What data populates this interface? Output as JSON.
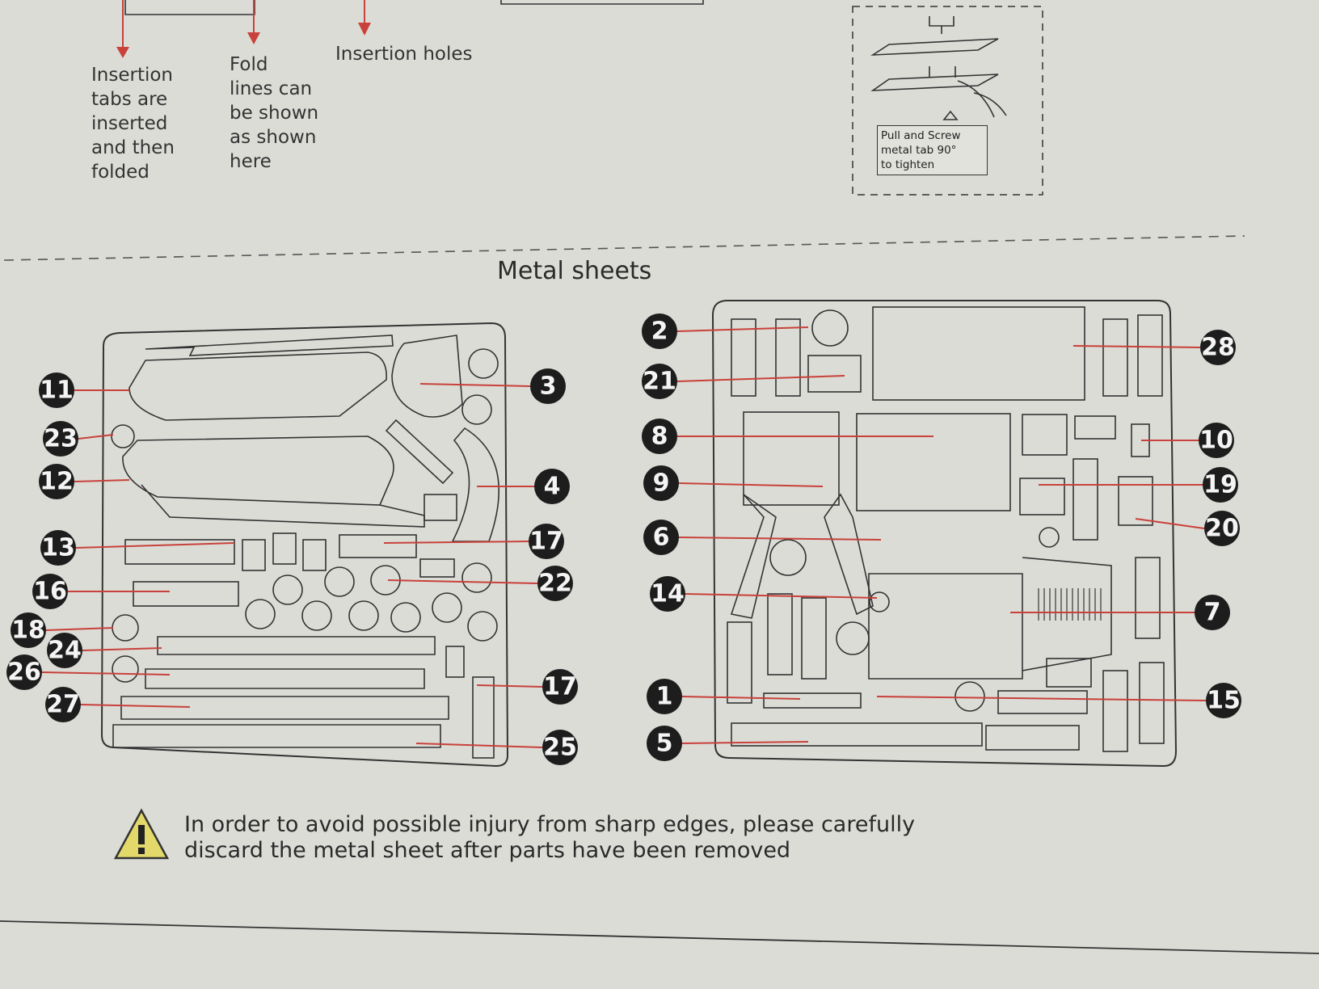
{
  "notes": {
    "tabs": [
      "Insertion",
      "tabs are",
      "inserted",
      "and then",
      "folded"
    ],
    "fold": [
      "Fold",
      "lines can",
      "be shown",
      "as shown",
      "here"
    ],
    "holes": "Insertion holes"
  },
  "pull_box": [
    "Pull and Screw",
    "metal tab 90°",
    "to tighten"
  ],
  "section_title": "Metal sheets",
  "warning": [
    "In order to avoid possible injury from sharp edges, please carefully",
    "discard the metal sheet after parts have been removed"
  ],
  "callouts": [
    {
      "label": "11"
    },
    {
      "label": "23"
    },
    {
      "label": "12"
    },
    {
      "label": "13"
    },
    {
      "label": "16"
    },
    {
      "label": "18"
    },
    {
      "label": "24"
    },
    {
      "label": "26"
    },
    {
      "label": "27"
    },
    {
      "label": "3"
    },
    {
      "label": "4"
    },
    {
      "label": "17"
    },
    {
      "label": "22"
    },
    {
      "label": "17"
    },
    {
      "label": "25"
    },
    {
      "label": "2"
    },
    {
      "label": "21"
    },
    {
      "label": "8"
    },
    {
      "label": "9"
    },
    {
      "label": "6"
    },
    {
      "label": "14"
    },
    {
      "label": "1"
    },
    {
      "label": "5"
    },
    {
      "label": "28"
    },
    {
      "label": "10"
    },
    {
      "label": "19"
    },
    {
      "label": "20"
    },
    {
      "label": "7"
    },
    {
      "label": "15"
    }
  ],
  "colors": {
    "leader": "#c8413a",
    "callout": "#1d1d1d",
    "paper": "#dcdcd7",
    "warning_fill": "#e3d96a"
  }
}
